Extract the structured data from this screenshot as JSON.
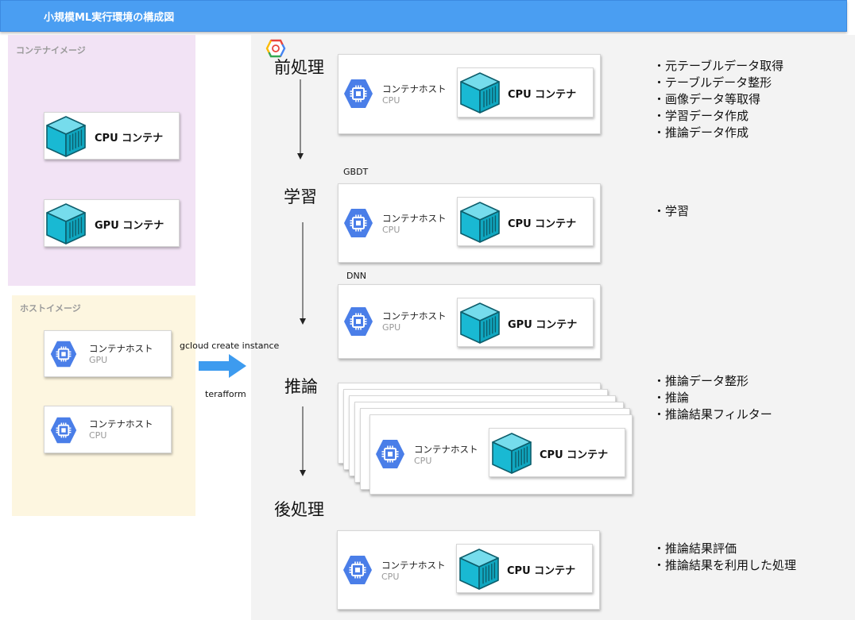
{
  "title": "小規模ML実行環境の構成図",
  "left_panels": {
    "container_images": {
      "label": "コンテナイメージ",
      "items": [
        "CPU コンテナ",
        "GPU コンテナ"
      ]
    },
    "host_images": {
      "label": "ホストイメージ",
      "items": [
        {
          "name": "コンテナホスト",
          "sub": "GPU"
        },
        {
          "name": "コンテナホスト",
          "sub": "CPU"
        }
      ]
    }
  },
  "arrow_labels": {
    "top": "gcloud create instance",
    "bottom": "terafform"
  },
  "stages": {
    "preprocess": {
      "label": "前処理",
      "host": {
        "name": "コンテナホスト",
        "sub": "CPU"
      },
      "container": "CPU コンテナ",
      "notes": [
        "・元テーブルデータ取得",
        "・テーブルデータ整形",
        "・画像データ等取得",
        "・学習データ作成",
        "・推論データ作成"
      ]
    },
    "training": {
      "label": "学習",
      "gbdt": {
        "tag": "GBDT",
        "host": {
          "name": "コンテナホスト",
          "sub": "CPU"
        },
        "container": "CPU コンテナ"
      },
      "dnn": {
        "tag": "DNN",
        "host": {
          "name": "コンテナホスト",
          "sub": "GPU"
        },
        "container": "GPU コンテナ"
      },
      "notes": [
        "・学習"
      ]
    },
    "inference": {
      "label": "推論",
      "host": {
        "name": "コンテナホスト",
        "sub": "CPU"
      },
      "container": "CPU コンテナ",
      "notes": [
        "・推論データ整形",
        "・推論",
        "・推論結果フィルター"
      ]
    },
    "postprocess": {
      "label": "後処理",
      "host": {
        "name": "コンテナホスト",
        "sub": "CPU"
      },
      "container": "CPU コンテナ",
      "notes": [
        "・推論結果評価",
        "・推論結果を利用した処理"
      ]
    }
  },
  "icons": {
    "container": "container-cube-icon",
    "host": "compute-engine-chip-icon",
    "gcp": "google-cloud-logo-icon"
  },
  "colors": {
    "title_bar": "#4a9ef2",
    "container_panel": "#f2e3f5",
    "host_panel": "#fdf6e0",
    "gcp_panel": "#f3f3f3",
    "cube": "#14b8d1",
    "host_hex": "#4a7ee8",
    "flow_arrow": "#3d9bef"
  }
}
